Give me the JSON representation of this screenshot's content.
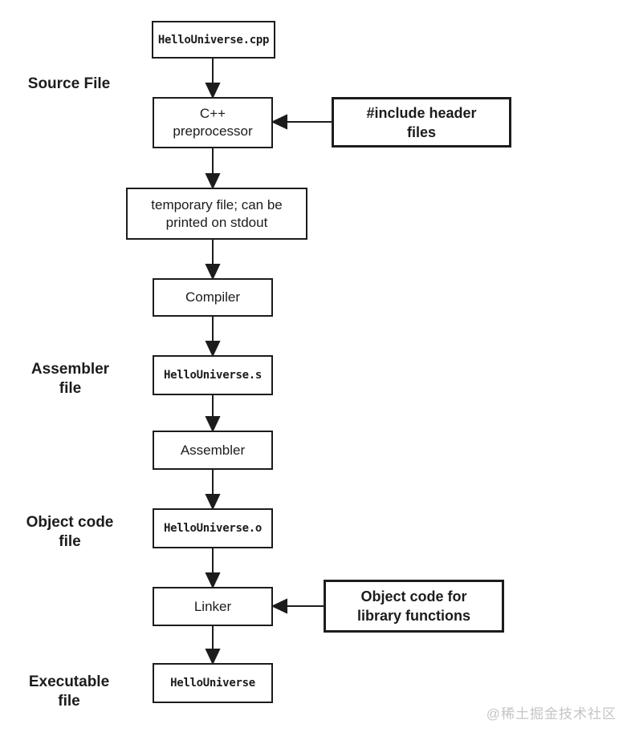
{
  "diagram": {
    "stage_labels": {
      "source": "Source File",
      "assembler": "Assembler\nfile",
      "object_code": "Object code\nfile",
      "executable": "Executable\nfile"
    },
    "nodes": {
      "source_file": "HelloUniverse.cpp",
      "preprocessor": "C++\npreprocessor",
      "temp_file": "temporary file; can be\nprinted on stdout",
      "compiler": "Compiler",
      "assembler_file": "HelloUniverse.s",
      "assembler": "Assembler",
      "object_file": "HelloUniverse.o",
      "linker": "Linker",
      "executable_file": "HelloUniverse",
      "include_headers": "#include header\nfiles",
      "library_objects": "Object code for\nlibrary functions"
    },
    "watermark": "@稀土掘金技术社区",
    "colors": {
      "border": "#1c1c1c",
      "text": "#1c1c1c",
      "watermark": "#c5c5c5",
      "background": "#ffffff"
    }
  }
}
